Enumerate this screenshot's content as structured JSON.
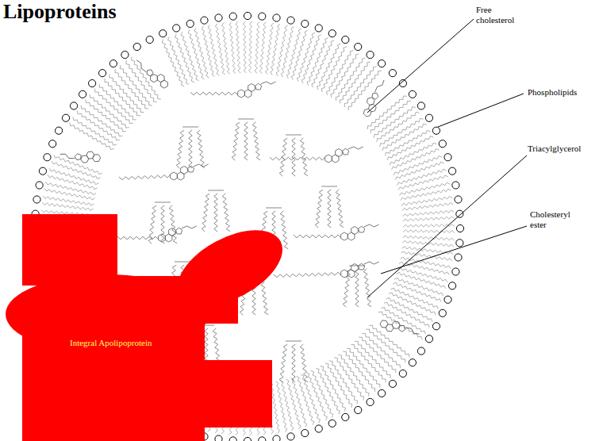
{
  "diagram": {
    "title": "Lipoproteins",
    "nodes": [
      {
        "text": [
          "Integral Apolipoprotein"
        ]
      }
    ],
    "labels": [
      "Free cholesterol",
      "Phospholipids",
      "Triacylglycerol",
      "Cholesteryl ester"
    ]
  }
}
